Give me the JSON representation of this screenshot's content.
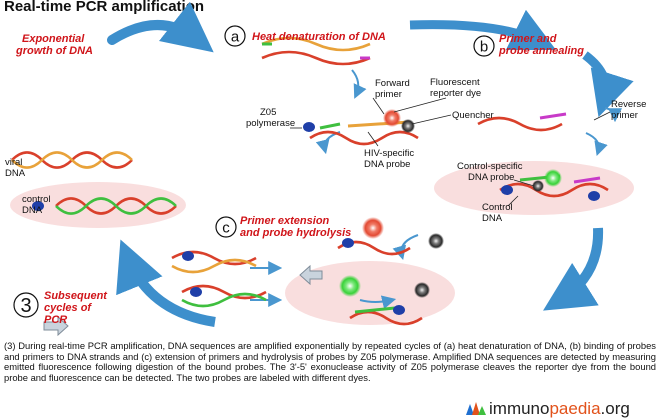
{
  "title": "Real-time PCR amplification",
  "colors": {
    "step_text": "#d0151a",
    "strand_red": "#d9402b",
    "strand_orange": "#e8a23a",
    "strand_green": "#3fbf3f",
    "strand_magenta": "#c83ac8",
    "polymerase_blue": "#1f3fa8",
    "reporter_red": "#e34a33",
    "reporter_green": "#39d239",
    "quencher": "#3a3a3a",
    "arrow_blue": "#4a97cf",
    "highlight_pink": "#f9dede",
    "logo_accent": "#e2521b"
  },
  "steps": {
    "a": {
      "letter": "a",
      "text": "Heat denaturation of DNA"
    },
    "b": {
      "letter": "b",
      "line1": "Primer and",
      "line2": "probe annealing"
    },
    "c": {
      "letter": "c",
      "line1": "Primer extension",
      "line2": "and probe hydrolysis"
    },
    "three": {
      "number": "3",
      "line1": "Subsequent",
      "line2": "cycles of",
      "line3": "PCR"
    }
  },
  "exponential": {
    "line1": "Exponential",
    "line2": "growth of DNA"
  },
  "labels": {
    "viral_1": "viral",
    "viral_2": "DNA",
    "control_1": "control",
    "control_2": "DNA",
    "forward_1": "Forward",
    "forward_2": "primer",
    "fluor_1": "Fluorescent",
    "fluor_2": "reporter dye",
    "quencher": "Quencher",
    "z05_1": "Z05",
    "z05_2": "polymerase",
    "hiv_1": "HIV-specific",
    "hiv_2": "DNA probe",
    "reverse_1": "Reverse",
    "reverse_2": "primer",
    "ctrlprobe_1": "Control-specific",
    "ctrlprobe_2": "DNA probe",
    "ctrldna_1": "Control",
    "ctrldna_2": "DNA"
  },
  "caption": "(3) During real-time PCR amplification, DNA sequences are amplified exponentially by repeated cycles of (a) heat denaturation of DNA, (b) binding of probes and primers to DNA strands and (c) extension of primers and hydrolysis of probes by Z05 polymerase. Amplified DNA sequences are detected by measuring emitted fluorescence following digestion of the bound probes. The 3'-5' exonuclease activity of Z05 polymerase cleaves the reporter dye from the bound probe and fluorescence can be detected. The two probes are labeled with different dyes.",
  "logo": {
    "part1": "immuno",
    "part2": "paedia",
    "part3": ".org"
  }
}
